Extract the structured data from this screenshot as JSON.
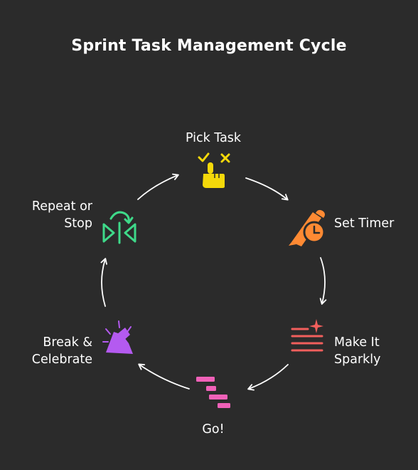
{
  "title": "Sprint Task Management Cycle",
  "steps": [
    {
      "lines": [
        "Pick Task"
      ],
      "icon": "pointing-hand-check-x-icon",
      "color": "#f5d90a"
    },
    {
      "lines": [
        "Set Timer"
      ],
      "icon": "pencil-clock-icon",
      "color": "#ff8a33"
    },
    {
      "lines": [
        "Make It",
        "Sparkly"
      ],
      "icon": "list-sparkle-icon",
      "color": "#f25f5c"
    },
    {
      "lines": [
        "Go!"
      ],
      "icon": "gantt-bars-icon",
      "color": "#f061b8"
    },
    {
      "lines": [
        "Break &",
        "Celebrate"
      ],
      "icon": "party-popper-icon",
      "color": "#b45af0"
    },
    {
      "lines": [
        "Repeat or",
        "Stop"
      ],
      "icon": "flip-repeat-icon",
      "color": "#3ed989"
    }
  ],
  "flow": "clockwise"
}
